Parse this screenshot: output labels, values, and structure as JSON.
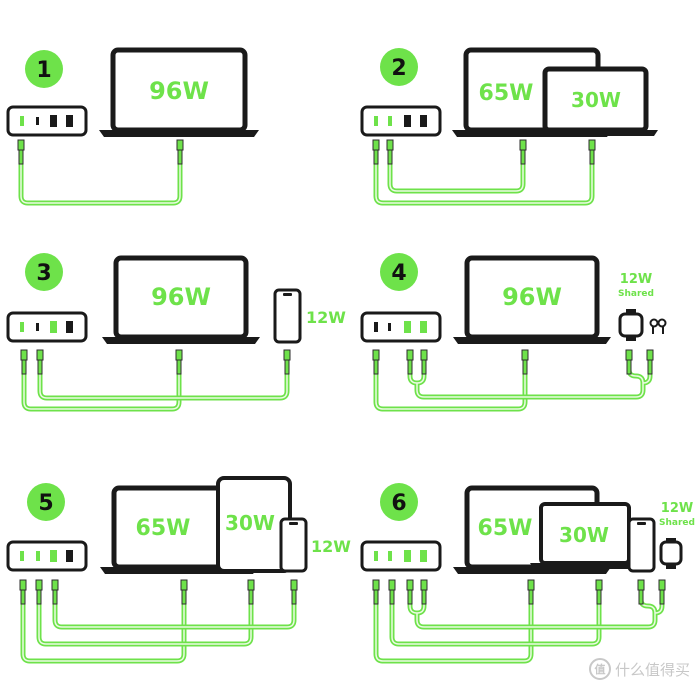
{
  "colors": {
    "green": "#6ee24a",
    "green_dark": "#4cb82c",
    "device": "#1a1a1a",
    "cable_in": "#eafbe2"
  },
  "panels": [
    {
      "number": "1",
      "laptop1": "96W"
    },
    {
      "number": "2",
      "laptop1": "65W",
      "laptop2": "30W"
    },
    {
      "number": "3",
      "laptop1": "96W",
      "phone": "12W"
    },
    {
      "number": "4",
      "laptop1": "96W",
      "shared_watts": "12W",
      "shared_label": "Shared"
    },
    {
      "number": "5",
      "laptop1": "65W",
      "tablet": "30W",
      "phone": "12W"
    },
    {
      "number": "6",
      "laptop1": "65W",
      "laptop2": "30W",
      "shared_watts": "12W",
      "shared_label": "Shared"
    }
  ],
  "watermark": {
    "text": "什么值得买",
    "logo": "值"
  }
}
